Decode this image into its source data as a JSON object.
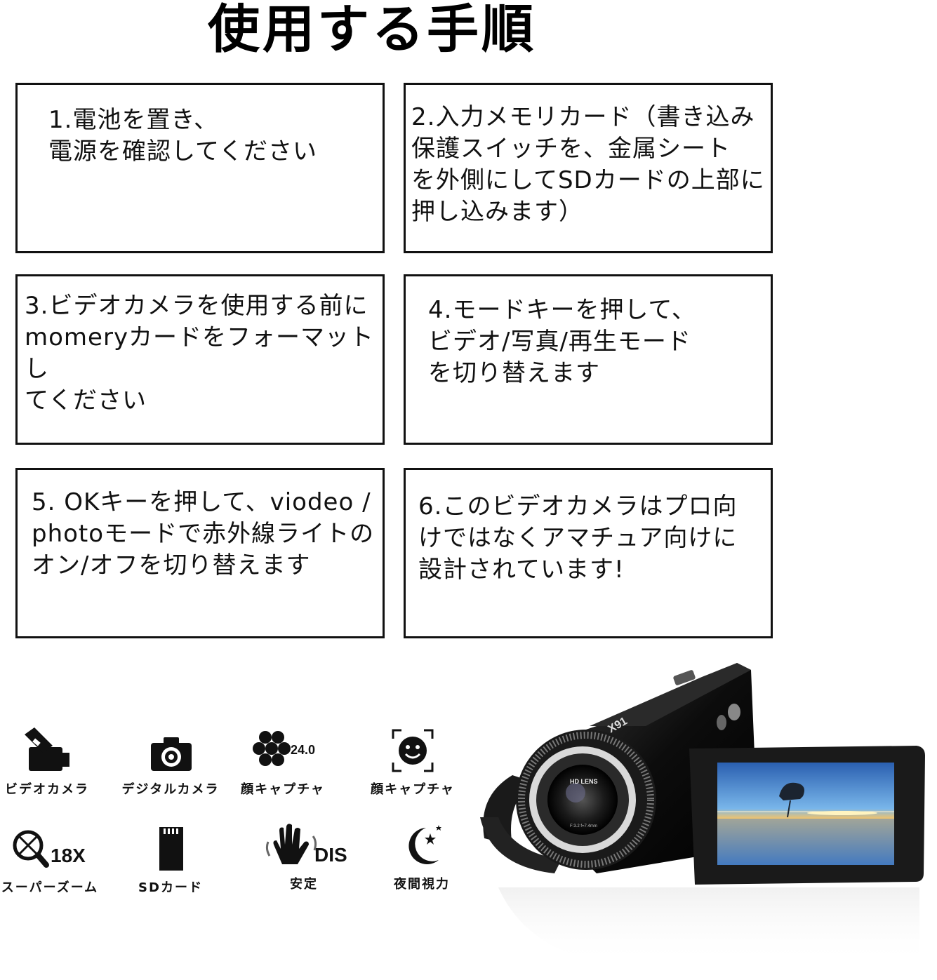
{
  "title": "使用する手順",
  "steps": [
    {
      "text": "1.電池を置き、\n電源を確認してください"
    },
    {
      "text": "2.入力メモリカード（書き込み\n保護スイッチを、金属シート\nを外側にしてSDカードの上部に\n押し込みます）"
    },
    {
      "text": "3.ビデオカメラを使用する前に\nmomeryカードをフォーマットし\nてください"
    },
    {
      "text": "4.モードキーを押して、\nビデオ/写真/再生モード\nを切り替えます"
    },
    {
      "text": "5. OKキーを押して、viodeo /\nphotoモードで赤外線ライトの\nオン/オフを切り替えます"
    },
    {
      "text": "6.このビデオカメラはプロ向\nけではなくアマチュア向けに\n設計されています!"
    }
  ],
  "features": [
    {
      "label": "ビデオカメラ",
      "icon": "video-camera-icon"
    },
    {
      "label": "デジタルカメラ",
      "icon": "digital-camera-icon"
    },
    {
      "label": "顔キャプチャ",
      "icon": "hexagon-cluster-icon",
      "badge": "24.0"
    },
    {
      "label": "顔キャプチャ",
      "icon": "face-capture-icon"
    },
    {
      "label": "スーパーズーム",
      "icon": "zoom-icon",
      "badge": "18X"
    },
    {
      "label": "SDカード",
      "icon": "sd-card-icon"
    },
    {
      "label": "安定",
      "icon": "shaking-hand-icon",
      "badge": "DIS"
    },
    {
      "label": "夜間視力",
      "icon": "night-moon-icon"
    }
  ],
  "camera": {
    "model_mark": "X91",
    "lens_text": "HD LENS",
    "lens_spec": "F:3.2 f=7.4mm"
  },
  "colors": {
    "border": "#111111",
    "text": "#111111",
    "camera_body": "#0c0c0c",
    "screen_sky": "#3a7fd0",
    "screen_sunset": "#f4c46a"
  }
}
